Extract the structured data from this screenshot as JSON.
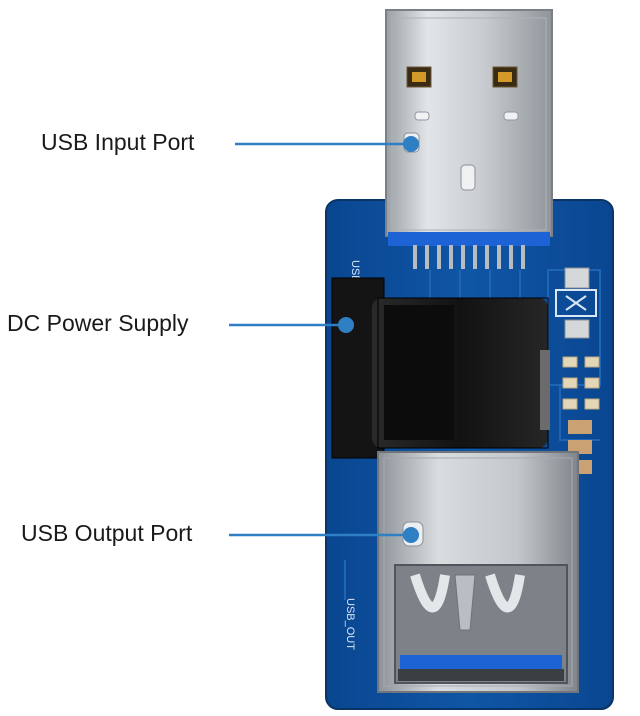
{
  "callouts": {
    "usb_input": "USB Input Port",
    "dc_power": "DC Power Supply",
    "usb_output": "USB Output Port"
  },
  "silkscreen": {
    "usb_in": "USB_IN",
    "usb_out": "USB_OUT"
  },
  "colors": {
    "pcb": "#0d4f9c",
    "pcb_dark": "#093f80",
    "pcb_edge": "#0a3a72",
    "trace": "#1f65b5",
    "callout_line": "#2f7fc4",
    "metal": "#c9cdd1",
    "jack": "#1b1b1b",
    "usb3_blue": "#1e63d6"
  }
}
